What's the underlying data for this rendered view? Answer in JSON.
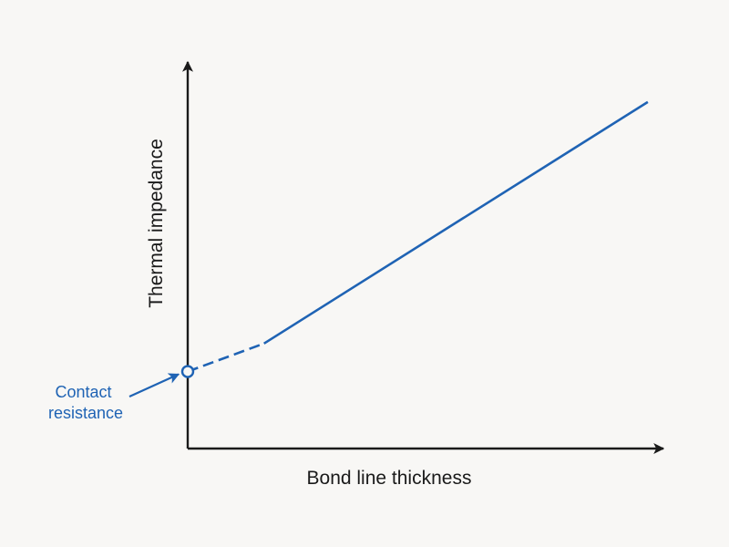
{
  "chart_data": {
    "type": "line",
    "xlabel": "Bond line thickness",
    "ylabel": "Thermal impedance",
    "xlim": [
      0,
      1
    ],
    "ylim": [
      0,
      1
    ],
    "series": [
      {
        "x": [
          0,
          0.155,
          0.935
        ],
        "y": [
          0.22,
          0.3,
          0.99
        ],
        "segments": [
          {
            "from": 0,
            "to": 0.155,
            "style": "dashed"
          },
          {
            "from": 0.155,
            "to": 0.935,
            "style": "solid"
          }
        ]
      }
    ],
    "annotations": [
      {
        "text_lines": [
          "Contact",
          "resistance"
        ],
        "x": 0,
        "y": 0.22,
        "marker": "hollow-circle"
      }
    ],
    "grid": false,
    "ticks": false
  },
  "colors": {
    "background": "#f8f7f5",
    "axis": "#1a1a1a",
    "series": "#1f63b4",
    "annotation": "#1f63b4"
  }
}
